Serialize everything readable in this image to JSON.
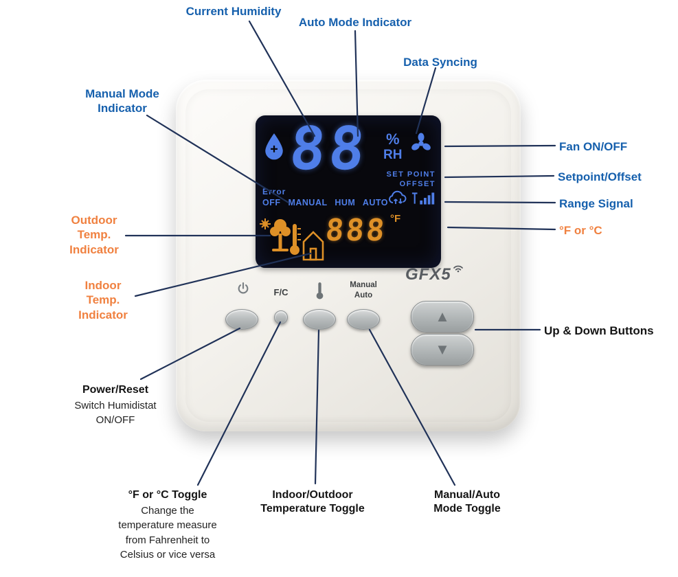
{
  "colors": {
    "label_blue": "#1660ad",
    "label_orange": "#f08140",
    "label_dark": "#141414",
    "pointer_line": "#203258",
    "display_blue": "#4f7ee8",
    "display_orange": "#de9027",
    "device_body": "#f3f1ec"
  },
  "device": {
    "logo": "GFX5",
    "display": {
      "humidity_value": "88",
      "percent": "%",
      "rh": "RH",
      "setpoint": "SET POINT",
      "offset": "OFFSET",
      "error": "Error",
      "modes": "OFF MANUAL HUM AUTO",
      "temp_value": "888",
      "temp_unit": "°F"
    },
    "buttons": {
      "fc_label": "F/C",
      "manual_auto_label": "Manual\nAuto",
      "up_glyph": "▲",
      "down_glyph": "▼"
    }
  },
  "annotations": {
    "current_humidity": "Current Humidity",
    "auto_mode": "Auto Mode Indicator",
    "data_syncing": "Data Syncing",
    "manual_mode": "Manual Mode\nIndicator",
    "fan": "Fan ON/OFF",
    "setpoint_offset": "Setpoint/Offset",
    "range_signal": "Range Signal",
    "f_or_c": "°F or °C",
    "outdoor_temp": "Outdoor\nTemp.\nIndicator",
    "indoor_temp": "Indoor\nTemp.\nIndicator",
    "up_down": "Up & Down Buttons",
    "power_reset_title": "Power/Reset",
    "power_reset_sub": "Switch Humidistat\nON/OFF",
    "fc_toggle_title": "°F or °C Toggle",
    "fc_toggle_sub": "Change the\ntemperature measure\nfrom Fahrenheit to\nCelsius or vice versa",
    "indoor_outdoor_toggle": "Indoor/Outdoor\nTemperature Toggle",
    "manual_auto_toggle": "Manual/Auto\nMode Toggle"
  }
}
